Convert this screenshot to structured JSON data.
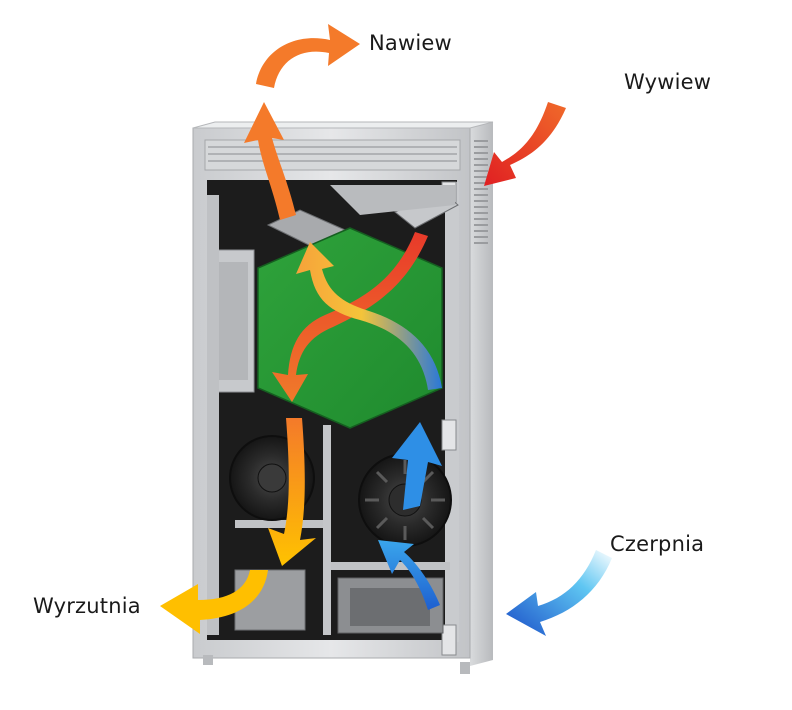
{
  "labels": {
    "supply": "Nawiew",
    "extract": "Wywiew",
    "intake": "Czerpnia",
    "exhaust": "Wyrzutnia"
  },
  "colors": {
    "warm": "#f47a2a",
    "hot": "#e8312a",
    "cold": "#1e70d8",
    "cool": "#49b8ef",
    "exhaust_yellow": "#ffbf00",
    "exchanger": "#2e9e3a",
    "casing": "#d4d6d9",
    "interior": "#1b1b1b"
  }
}
